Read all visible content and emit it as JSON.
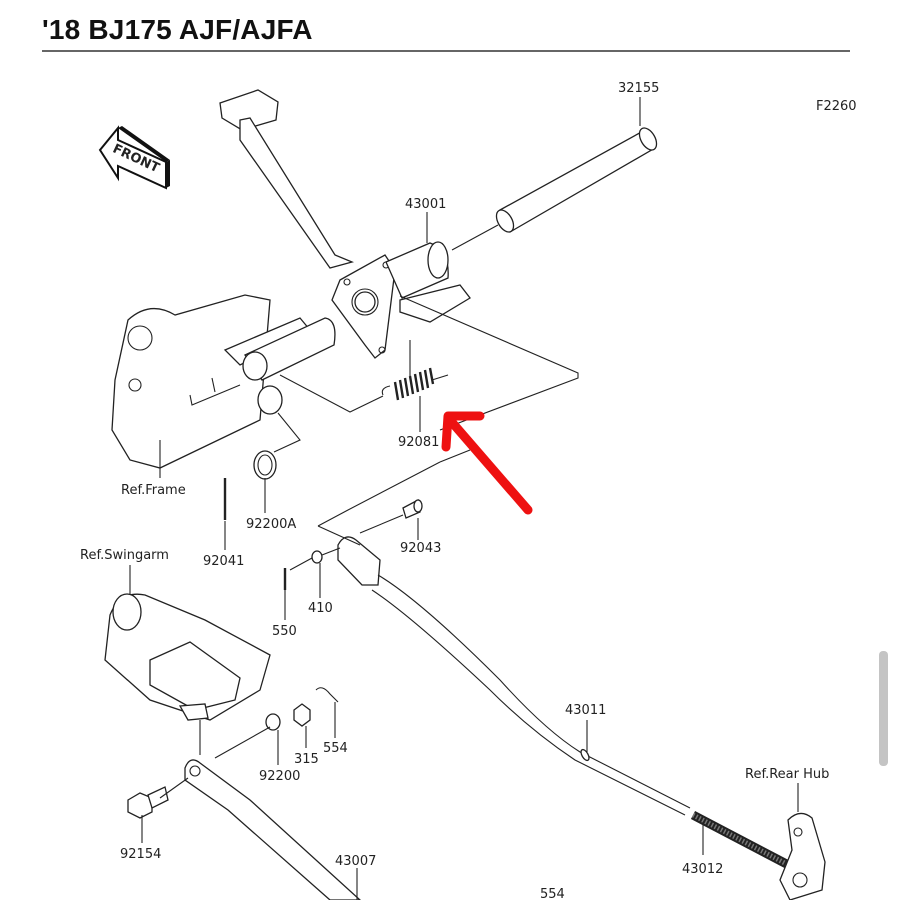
{
  "header": {
    "title": "'18 BJ175 AJF/AJFA"
  },
  "diagram": {
    "figure_id": "F2260",
    "front_indicator": "FRONT",
    "annotation_arrow_color": "#ee1111",
    "parts": [
      {
        "number": "32155"
      },
      {
        "number": "43001"
      },
      {
        "number": "92081"
      },
      {
        "number": "92200A"
      },
      {
        "number": "92041"
      },
      {
        "number": "92043"
      },
      {
        "number": "410"
      },
      {
        "number": "550"
      },
      {
        "number": "554"
      },
      {
        "number": "315"
      },
      {
        "number": "92200"
      },
      {
        "number": "92154"
      },
      {
        "number": "43007"
      },
      {
        "number": "43011"
      },
      {
        "number": "43012"
      },
      {
        "number": "554"
      }
    ],
    "references": {
      "frame": "Ref.Frame",
      "swingarm": "Ref.Swingarm",
      "rear_hub": "Ref.Rear Hub"
    }
  }
}
